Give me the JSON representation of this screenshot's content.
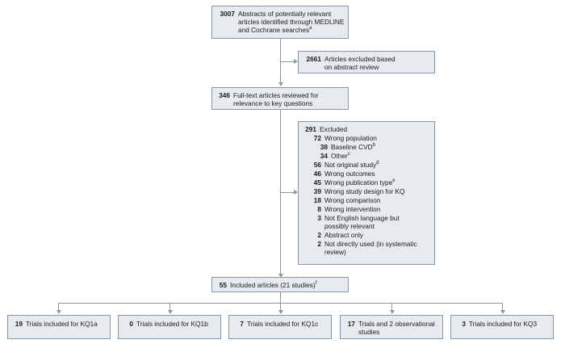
{
  "top_box": {
    "num": "3007",
    "text_line1": "Abstracts of potentially relevant",
    "text_line2": "articles identified through MEDLINE",
    "text_line3": "and Cochrane searches",
    "sup": "a"
  },
  "excluded_abstract": {
    "num": "2661",
    "text_line1": "Articles excluded based",
    "text_line2": "on abstract review"
  },
  "fulltext_box": {
    "num": "346",
    "text_line1": "Full-text articles reviewed for",
    "text_line2": "relevance to key questions"
  },
  "excluded_box": {
    "num": "291",
    "label": "Excluded",
    "items": [
      {
        "num": "72",
        "label": "Wrong population",
        "sup": ""
      },
      {
        "num": "38",
        "label": "Baseline CVD",
        "sup": "b"
      },
      {
        "num": "34",
        "label": "Other",
        "sup": "c"
      },
      {
        "num": "56",
        "label": "Not original study",
        "sup": "d"
      },
      {
        "num": "46",
        "label": "Wrong outcomes",
        "sup": ""
      },
      {
        "num": "45",
        "label": "Wrong publication type",
        "sup": "e"
      },
      {
        "num": "39",
        "label": "Wrong study design for KQ",
        "sup": ""
      },
      {
        "num": "18",
        "label": "Wrong comparison",
        "sup": ""
      },
      {
        "num": "8",
        "label": "Wrong intervention",
        "sup": ""
      },
      {
        "num": "3",
        "label": "Not English language but",
        "label2": "possibly relevant",
        "sup": ""
      },
      {
        "num": "2",
        "label": "Abstract only",
        "sup": ""
      },
      {
        "num": "2",
        "label": "Not directly used (in systematic",
        "label2": "review)",
        "sup": ""
      }
    ]
  },
  "included_box": {
    "num": "55",
    "text": "Included articles (21 studies)",
    "sup": "f"
  },
  "bottom_boxes": [
    {
      "num": "19",
      "text_line1": "Trials included for KQ1a"
    },
    {
      "num": "0",
      "text_line1": "Trials included for KQ1b"
    },
    {
      "num": "7",
      "text_line1": "Trials included for KQ1c"
    },
    {
      "num": "17",
      "text_line1": "Trials and 2 observational",
      "text_line2": "studies"
    },
    {
      "num": "3",
      "text_line1": "Trials included for KQ3"
    }
  ]
}
